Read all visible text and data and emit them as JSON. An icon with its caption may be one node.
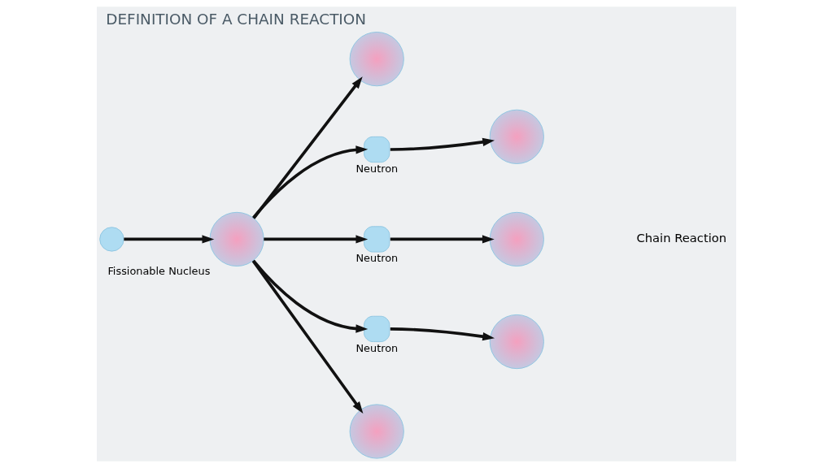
{
  "diagram": {
    "title": "DEFINITION OF A CHAIN REACTION",
    "nodes": [
      {
        "text": [],
        "shape": "circle"
      },
      {
        "text": [],
        "shape": "picture",
        "beside": [
          "Fissionable Nucleus"
        ]
      },
      {
        "text": [],
        "shape": "picture"
      },
      {
        "text": [],
        "shape": "circle",
        "beside": [
          "Neutron"
        ]
      },
      {
        "text": [],
        "shape": "circle",
        "beside": [
          "Neutron"
        ]
      },
      {
        "text": [],
        "shape": "circle",
        "beside": [
          "Neutron"
        ]
      },
      {
        "text": [],
        "shape": "picture"
      },
      {
        "text": [],
        "shape": "picture"
      },
      {
        "text": [],
        "shape": "picture"
      },
      {
        "text": [],
        "shape": "picture"
      }
    ],
    "edges": [
      {
        "from": 0,
        "to": 1,
        "arrow": "to"
      },
      {
        "from": 1,
        "to": 2,
        "arrow": "to"
      },
      {
        "from": 1,
        "to": 3,
        "arrow": "to"
      },
      {
        "from": 1,
        "to": 4,
        "arrow": "to"
      },
      {
        "from": 1,
        "to": 5,
        "arrow": "to"
      },
      {
        "from": 1,
        "to": 6,
        "arrow": "to"
      },
      {
        "from": 3,
        "to": 7,
        "arrow": "to"
      },
      {
        "from": 4,
        "to": 8,
        "arrow": "to"
      },
      {
        "from": 5,
        "to": 9,
        "arrow": "to"
      }
    ],
    "labels": [
      "Chain Reaction"
    ]
  }
}
